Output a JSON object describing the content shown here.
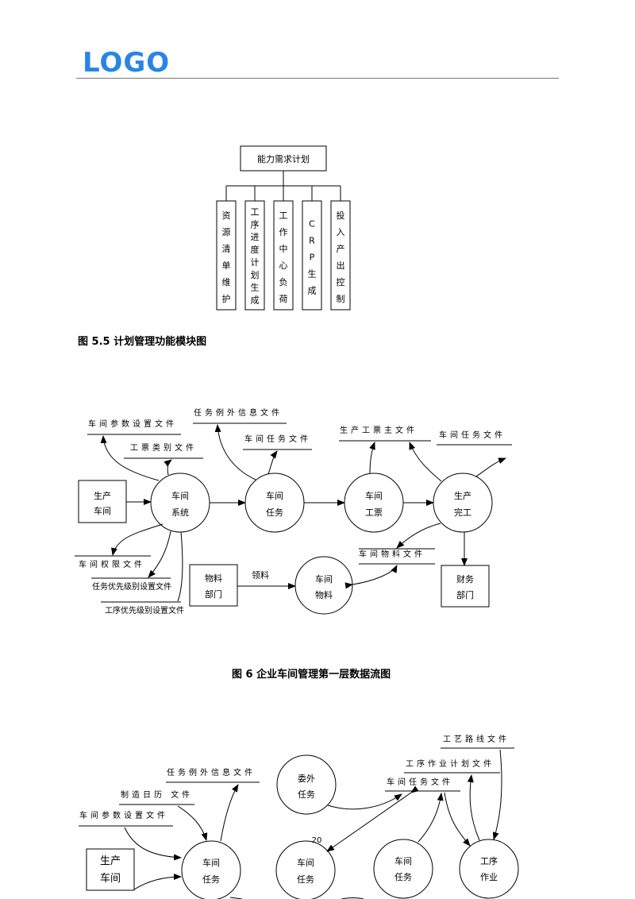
{
  "header": {
    "logo_text": "LOGO",
    "logo_color": "#2a84e6"
  },
  "fig55": {
    "root": "能力需求计划",
    "children": [
      "资源清单维护",
      "工序进度计划生成",
      "工作中心负荷",
      "CRP生成",
      "投入产出控制"
    ],
    "caption": "图 5.5  计划管理功能模块图"
  },
  "fig6": {
    "caption": "图 6  企业车间管理第一层数据流图",
    "entity_prod_1": "生产",
    "entity_prod_2": "车间",
    "entity_mat_1": "物料",
    "entity_mat_2": "部门",
    "entity_fin_1": "财务",
    "entity_fin_2": "部门",
    "p_sys_1": "车间",
    "p_sys_2": "系统",
    "p_task_1": "车间",
    "p_task_2": "任务",
    "p_ticket_1": "车间",
    "p_ticket_2": "工票",
    "p_done_1": "生产",
    "p_done_2": "完工",
    "p_mat_1": "车间",
    "p_mat_2": "物料",
    "flow_lingliao": "领料",
    "f_param": "车间参数设置文件",
    "f_ticket_type": "工票类别文件",
    "f_exception": "任务例外信息文件",
    "f_task": "车间任务文件",
    "f_ticket_main": "生产工票主文件",
    "f_task2": "车间任务文件",
    "f_auth": "车间权限文件",
    "f_task_pri": "任务优先级别设置文件",
    "f_op_pri": "工序优先级别设置文件",
    "f_material": "车间物料文件"
  },
  "fig7": {
    "f_route": "工艺路线文件",
    "f_op_plan": "工序作业计划文件",
    "f_task": "车间任务文件",
    "f_exception": "任务例外信息文件",
    "f_calendar": "制造日历 文件",
    "f_param": "车间参数设置文件",
    "p_outsource_1": "委外",
    "p_outsource_2": "任务",
    "entity_prod_1": "生产",
    "entity_prod_2": "车间",
    "p_task_a_1": "车间",
    "p_task_a_2": "任务",
    "p_task_b_1": "车间",
    "p_task_b_2": "任务",
    "p_task_c_1": "车间",
    "p_task_c_2": "任务",
    "p_op_1": "工序",
    "p_op_2": "作业"
  },
  "footer": {
    "page_number": "20"
  }
}
